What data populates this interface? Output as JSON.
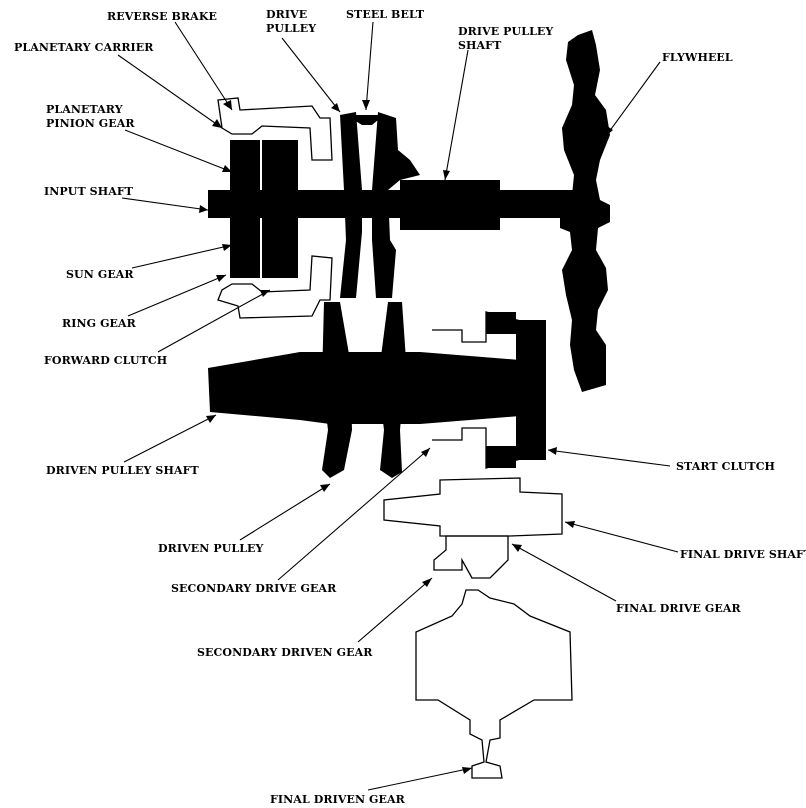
{
  "labels": {
    "reverse_brake": "REVERSE BRAKE",
    "drive_pulley": [
      "DRIVE",
      "PULLEY"
    ],
    "steel_belt": "STEEL BELT",
    "drive_pulley_shaft": [
      "DRIVE PULLEY",
      "SHAFT"
    ],
    "planetary_carrier": "PLANETARY CARRIER",
    "flywheel": "FLYWHEEL",
    "planetary_pinion_gear": [
      "PLANETARY",
      "PINION GEAR"
    ],
    "input_shaft": "INPUT SHAFT",
    "sun_gear": "SUN GEAR",
    "ring_gear": "RING GEAR",
    "forward_clutch": "FORWARD CLUTCH",
    "driven_pulley_shaft": "DRIVEN PULLEY SHAFT",
    "start_clutch": "START CLUTCH",
    "driven_pulley": "DRIVEN PULLEY",
    "final_drive_shaft": "FINAL DRIVE SHAFT",
    "secondary_drive_gear": "SECONDARY DRIVE GEAR",
    "final_drive_gear": "FINAL DRIVE GEAR",
    "secondary_driven_gear": "SECONDARY DRIVEN GEAR",
    "final_driven_gear": "FINAL DRIVEN GEAR"
  },
  "colors": {
    "ink": "#000000",
    "paper": "#ffffff"
  }
}
